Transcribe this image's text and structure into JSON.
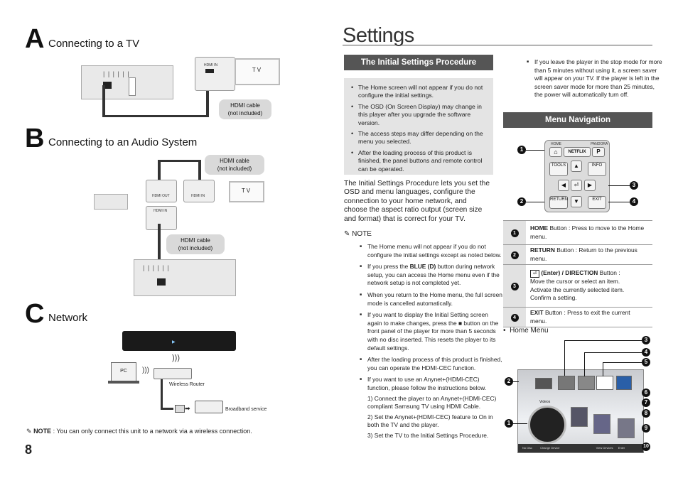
{
  "left": {
    "section_a": {
      "letter": "A",
      "title": "Connecting to a TV",
      "tv_label": "TV",
      "port_label": "HDMI IN",
      "cable_label_1": "HDMI cable",
      "cable_label_2": "(not included)"
    },
    "section_b": {
      "letter": "B",
      "title": "Connecting to an Audio System",
      "cable_top_1": "HDMI cable",
      "cable_top_2": "(not included)",
      "cable_bottom_1": "HDMI cable",
      "cable_bottom_2": "(not included)",
      "hdmi_out": "HDMI OUT",
      "hdmi_in_1": "HDMI IN",
      "hdmi_in_2": "HDMI IN",
      "tv_label": "TV"
    },
    "section_c": {
      "letter": "C",
      "title": "Network",
      "pc_label": "PC",
      "router_label": "Wireless Router",
      "broadband_label": "Broadband service"
    },
    "note_label": "NOTE",
    "note_text": " : You can only connect this unit to a network via a wireless connection.",
    "page_number": "8"
  },
  "right": {
    "title": "Settings",
    "initial_heading": "The Initial Settings Procedure",
    "initial_bullets": [
      "The Home screen will not appear if you do not configure the initial settings.",
      "The OSD (On Screen Display) may change in this player after you upgrade the software version.",
      "The access steps may differ depending on the menu you selected.",
      "After the loading process of this product is finished, the panel buttons and remote control can be operated."
    ],
    "intro_para": "The Initial Settings Procedure lets you set the OSD and menu languages, configure the connection to your home network, and choose the aspect ratio output (screen size and format) that is correct for your TV.",
    "note_label": "NOTE",
    "notes": {
      "n1": "The Home menu will not appear if you do not configure the initial settings except as noted below.",
      "n2_a": "If you press the ",
      "n2_bold": "BLUE (D)",
      "n2_b": " button during network setup, you can access the Home menu even if the network setup is not completed yet.",
      "n3": "When you return to the Home menu, the full screen mode is cancelled automatically.",
      "n4_a": "If you want to display the Initial Setting screen again to make changes, press the ",
      "n4_b": " button on the front panel of the player for more than 5 seconds with no disc inserted. This resets the player to its default settings.",
      "n5": "After the loading process of this product is finished, you can operate the HDMI-CEC function.",
      "n6": "If you want to use an Anynet+(HDMI-CEC) function, please follow the instructions below.",
      "step1": "1) Connect the player to an Anynet+(HDMI-CEC) compliant Samsung TV using HDMI Cable.",
      "step2": "2) Set the Anynet+(HDMI-CEC) feature to On in both the TV and the player.",
      "step3": "3) Set the TV to the Initial Settings Procedure."
    },
    "stop_note": "If you leave the player in the stop mode for more than 5 minutes without using it, a screen saver will appear on your TV. If the player is left in the screen saver mode for more than 25 minutes, the power will automatically turn off.",
    "menu_nav_heading": "Menu Navigation",
    "remote": {
      "home": "HOME",
      "pandora": "PANDORA",
      "netflix": "NETFLIX",
      "p": "P",
      "tools": "TOOLS",
      "info": "INFO",
      "return": "RETURN",
      "exit": "EXIT"
    },
    "callouts": [
      "1",
      "2",
      "3",
      "4"
    ],
    "nav_table": [
      {
        "num": "1",
        "bold": "HOME",
        "text": " Button : Press to move to the Home menu."
      },
      {
        "num": "2",
        "bold": "RETURN",
        "text": " Button : Return to the previous menu."
      },
      {
        "num": "3",
        "bold": "(Enter) / DIRECTION",
        "text": " Button :",
        "extra": [
          "Move the cursor or select an item.",
          "Activate the currently selected item.",
          "Confirm a setting."
        ]
      },
      {
        "num": "4",
        "bold": "EXIT",
        "text": " Button : Press to exit the current menu."
      }
    ],
    "home_menu_label": "Home Menu",
    "home_screen": {
      "videos": "Videos",
      "no_disc": "No Disc",
      "change_device": "Change Device",
      "view_devices": "View Devices",
      "enter": "Enter"
    },
    "home_callouts": [
      "1",
      "2",
      "3",
      "4",
      "5",
      "6",
      "7",
      "8",
      "9",
      "10"
    ]
  },
  "colors": {
    "heading_bar": "#555555",
    "panel_gray": "#e4e4e4",
    "table_num_bg": "#e2e2e2"
  }
}
